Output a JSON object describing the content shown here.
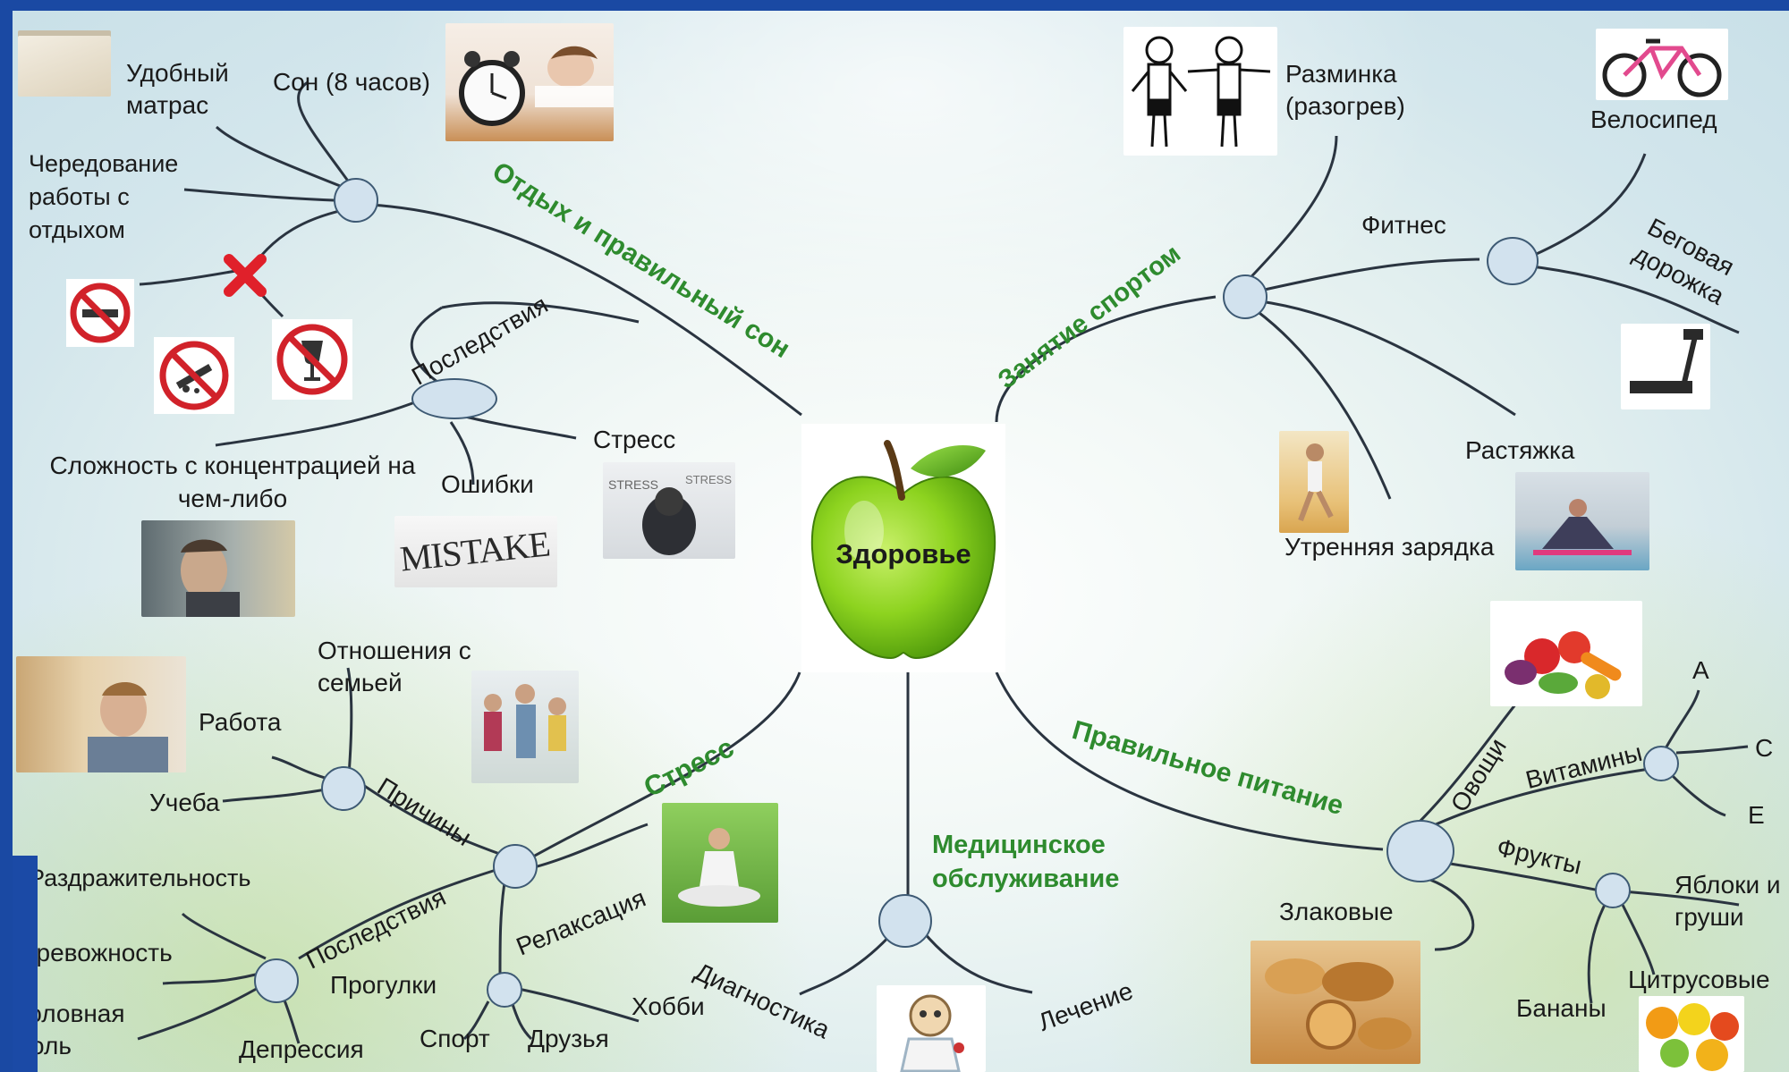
{
  "center": {
    "label": "Здоровье"
  },
  "branches": {
    "rest": "Отдых и правильный сон",
    "sport": "Занятие спортом",
    "stress": "Стресс",
    "medical": "Медицинское обслуживание",
    "nutrition": "Правильное питание"
  },
  "rest": {
    "mattress": "Удобный матрас",
    "sleep": "Сон (8 часов)",
    "alternation": "Чередование работы с отдыхом",
    "consequences": "Последствия",
    "stress": "Стресс",
    "errors": "Ошибки",
    "concentration": "Сложность с концентрацией на чем-либо"
  },
  "sport": {
    "warmup": "Разминка (разогрев)",
    "bicycle": "Велосипед",
    "fitness": "Фитнес",
    "treadmill": "Беговая дорожка",
    "stretching": "Растяжка",
    "morning": "Утренняя зарядка"
  },
  "stress": {
    "family": "Отношения с семьей",
    "work": "Работа",
    "study": "Учеба",
    "causes": "Причины",
    "irritability": "Раздражительность",
    "consequences": "Последствия",
    "relaxation": "Релаксация",
    "anxiety": "Тревожность",
    "walks": "Прогулки",
    "headache": "Головная боль",
    "hobby": "Хобби",
    "sport": "Спорт",
    "friends": "Друзья",
    "depression": "Депрессия"
  },
  "medical": {
    "diagnostics": "Диагностика",
    "treatment": "Лечение"
  },
  "nutrition": {
    "vegetables": "Овощи",
    "vitamins": "Витамины",
    "vitA": "A",
    "vitC": "C",
    "vitE": "E",
    "fruits": "Фрукты",
    "apples": "Яблоки и груши",
    "cereals": "Злаковые",
    "citrus": "Цитрусовые",
    "bananas": "Бананы"
  },
  "images": {
    "mistake": "MISTAKE",
    "stress_word": "STRESS"
  }
}
